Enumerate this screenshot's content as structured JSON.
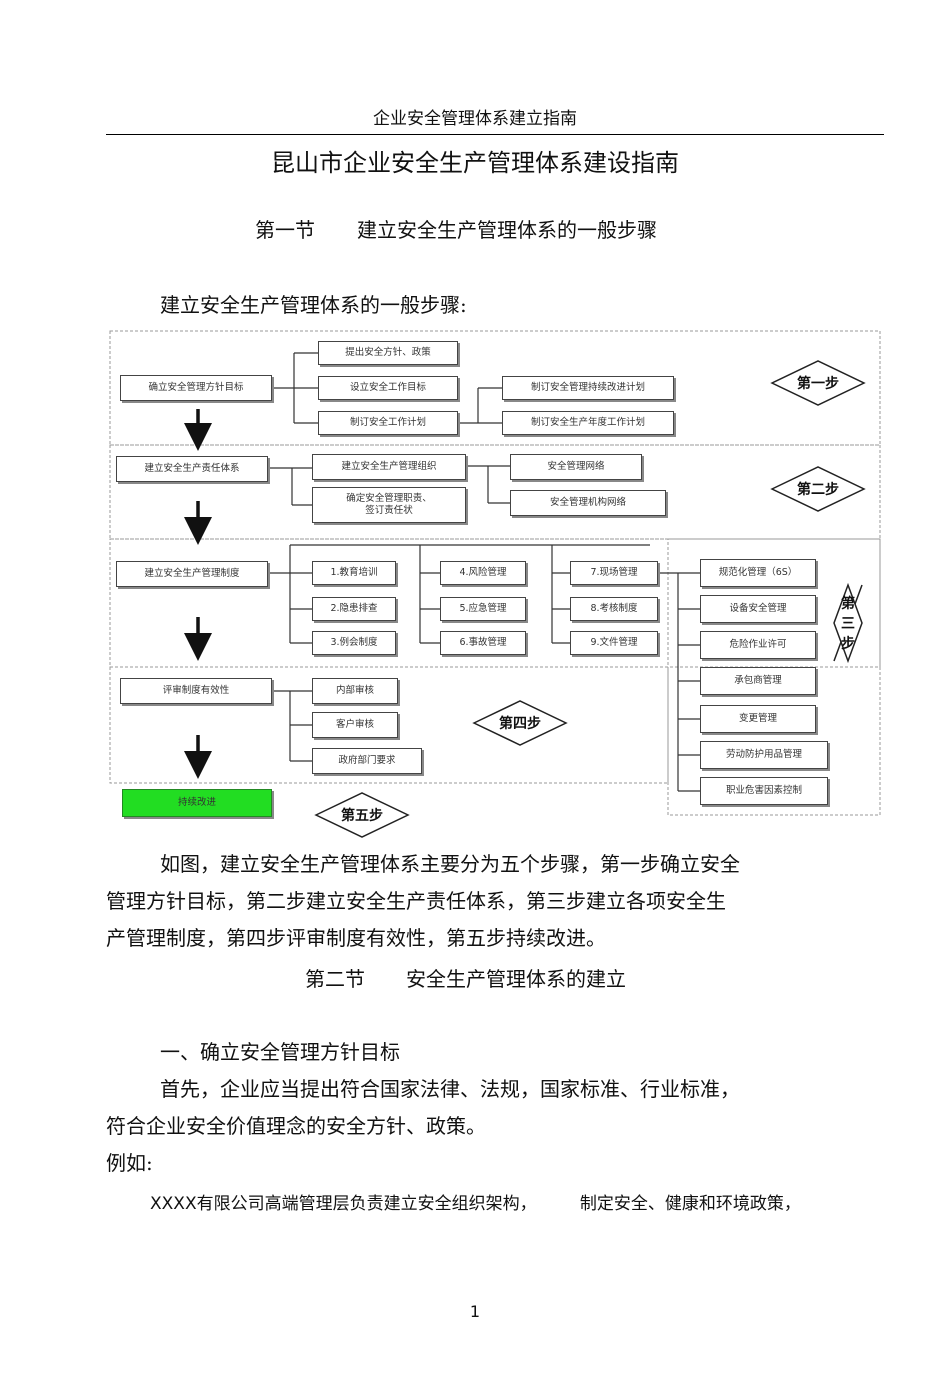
{
  "header": {
    "title": "企业安全管理体系建立指南"
  },
  "doc_title": "昆山市企业安全生产管理体系建设指南",
  "section1": {
    "number": "第一节",
    "title": "建立安全生产管理体系的一般步骤"
  },
  "intro": "建立安全生产管理体系的一般步骤:",
  "diagram": {
    "step1": {
      "main": "确立安全管理方针目标",
      "subs": [
        "提出安全方针、政策",
        "设立安全工作目标",
        "制订安全工作计划"
      ],
      "plans": [
        "制订安全管理持续改进计划",
        "制订安全生产年度工作计划"
      ],
      "label": "第一步"
    },
    "step2": {
      "main": "建立安全生产责任体系",
      "subs": [
        "建立安全生产管理组织",
        "确定安全管理职责、\n签订责任状"
      ],
      "nets": [
        "安全管理网络",
        "安全管理机构网络"
      ],
      "label": "第二步"
    },
    "step3": {
      "main": "建立安全生产管理制度",
      "col1": [
        "1.教育培训",
        "2.隐患排查",
        "3.例会制度"
      ],
      "col2": [
        "4.风险管理",
        "5.应急管理",
        "6.事故管理"
      ],
      "col3": [
        "7.现场管理",
        "8.考核制度",
        "9.文件管理"
      ],
      "site": [
        "规范化管理（6S）",
        "设备安全管理",
        "危险作业许可",
        "承包商管理",
        "变更管理",
        "劳动防护用品管理",
        "职业危害因素控制"
      ],
      "label_lines": [
        "第",
        "三",
        "步"
      ]
    },
    "step4": {
      "main": "评审制度有效性",
      "subs": [
        "内部审核",
        "客户审核",
        "政府部门要求"
      ],
      "label": "第四步"
    },
    "step5": {
      "main": "持续改进",
      "label": "第五步"
    },
    "colors": {
      "step5_fill": "#22dd22",
      "border": "#444444",
      "dash": "#999999"
    }
  },
  "summary": [
    "如图，建立安全生产管理体系主要分为五个步骤，第一步确立安全",
    "管理方针目标，第二步建立安全生产责任体系，第三步建立各项安全生",
    "产管理制度，第四步评审制度有效性，第五步持续改进。"
  ],
  "section2": {
    "number": "第二节",
    "title": "安全生产管理体系的建立"
  },
  "subsection1": "一、确立安全管理方针目标",
  "body": [
    "首先，企业应当提出符合国家法律、法规，国家标准、行业标准，",
    "符合企业安全价值理念的安全方针、政策。"
  ],
  "example_label": "例如:",
  "example_text": "XXXX有限公司高端管理层负责建立安全组织架构，        制定安全、健康和环境政策，",
  "page_number": "1"
}
